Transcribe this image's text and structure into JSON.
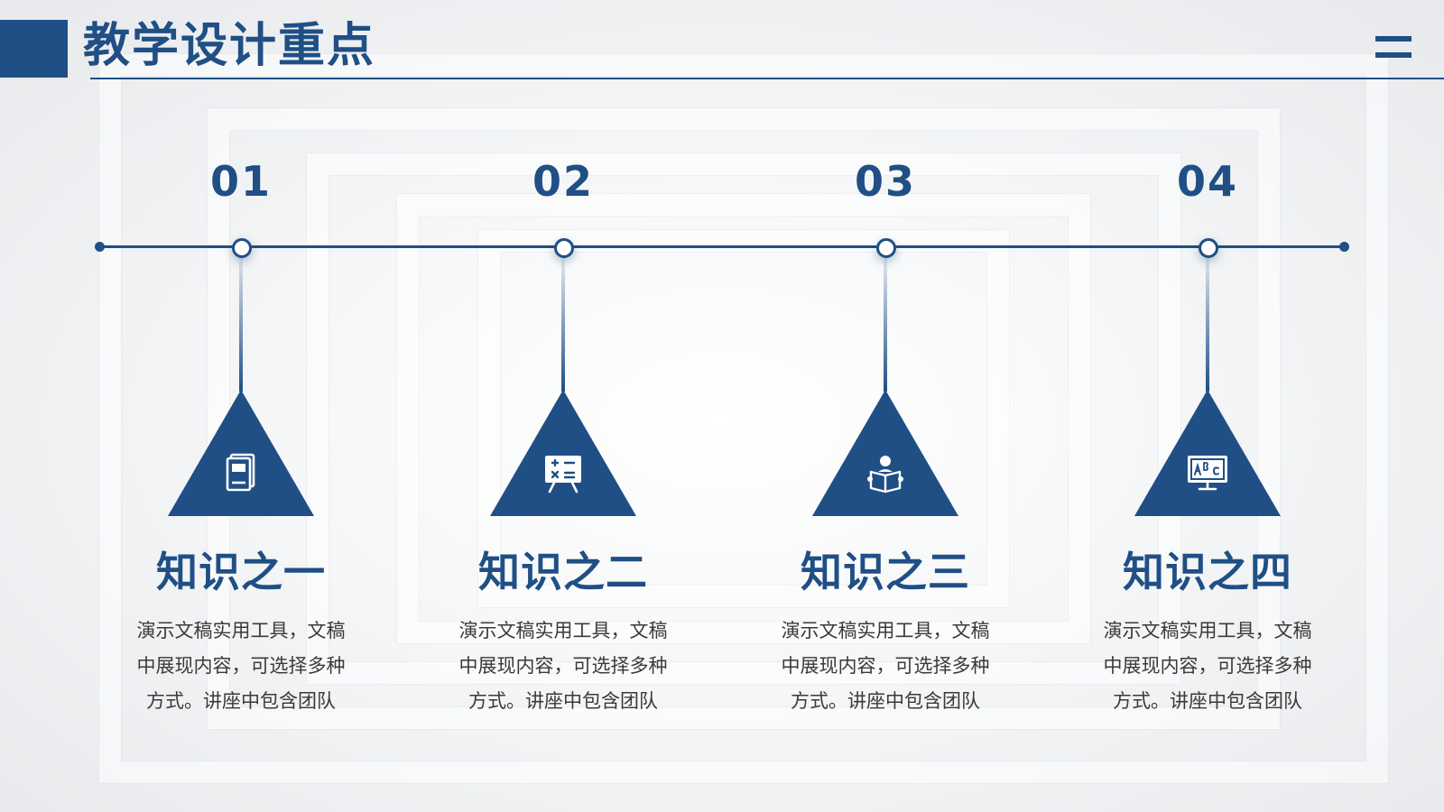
{
  "header": {
    "title": "教学设计重点",
    "menu_icon": "hamburger-menu-icon"
  },
  "colors": {
    "accent": "#1f4f85",
    "text": "#3a3a3a",
    "background": "#f3f4f6"
  },
  "timeline": {
    "items": [
      {
        "number": "01",
        "icon": "book-icon",
        "heading": "知识之一",
        "lines": [
          "演示文稿实用工具，文稿",
          "中展现内容，可选择多种",
          "方式。讲座中包含团队"
        ]
      },
      {
        "number": "02",
        "icon": "math-board-icon",
        "heading": "知识之二",
        "lines": [
          "演示文稿实用工具，文稿",
          "中展现内容，可选择多种",
          "方式。讲座中包含团队"
        ]
      },
      {
        "number": "03",
        "icon": "reading-person-icon",
        "heading": "知识之三",
        "lines": [
          "演示文稿实用工具，文稿",
          "中展现内容，可选择多种",
          "方式。讲座中包含团队"
        ]
      },
      {
        "number": "04",
        "icon": "abc-monitor-icon",
        "heading": "知识之四",
        "lines": [
          "演示文稿实用工具，文稿",
          "中展现内容，可选择多种",
          "方式。讲座中包含团队"
        ]
      }
    ]
  }
}
